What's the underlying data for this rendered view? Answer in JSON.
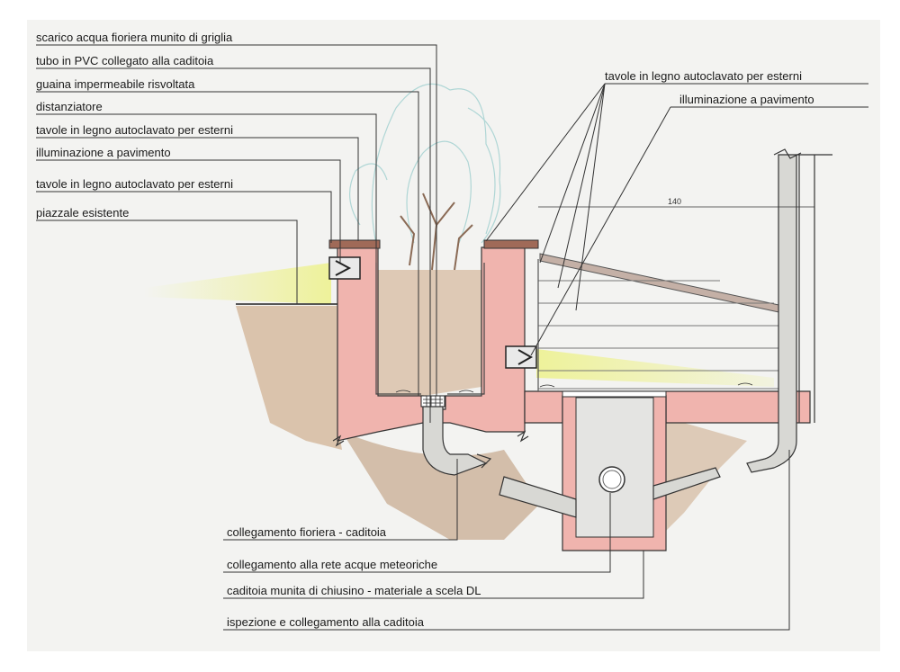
{
  "labels_left": [
    "scarico acqua fioriera munito di griglia",
    "tubo in PVC collegato alla caditoia",
    "guaina impermeabile risvoltata",
    "distanziatore",
    "tavole in legno autoclavato per esterni",
    "illuminazione a pavimento",
    "tavole in legno autoclavato per esterni",
    "piazzale esistente"
  ],
  "labels_right": [
    "tavole in legno autoclavato per esterni",
    "illuminazione a pavimento"
  ],
  "labels_bottom": [
    "collegamento fioriera - caditoia",
    "collegamento alla rete acque meteoriche",
    "caditoia munita di chiusino - materiale a scela DL",
    "ispezione e collegamento alla caditoia"
  ],
  "dimension": "140",
  "colors": {
    "concrete": "#f0b4ae",
    "soil": "#c49a72",
    "light": "#eef29a",
    "wood": "#a06a58",
    "pipe": "#d8d8d4",
    "foliage": "#9fcfcf"
  }
}
